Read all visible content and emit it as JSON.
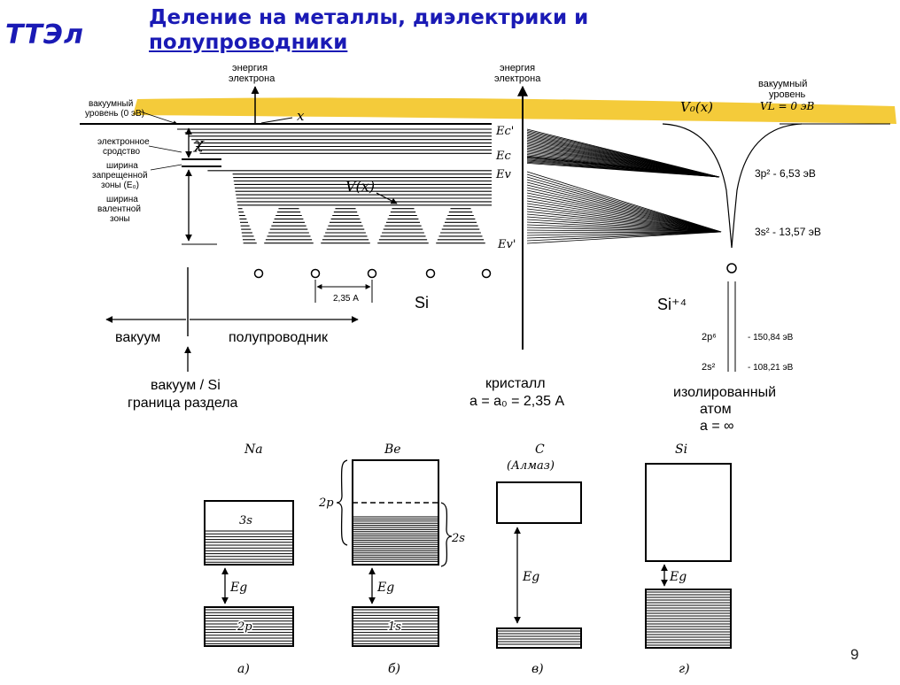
{
  "header": {
    "logo": "ТТЭл",
    "title_line1": "Деление на металлы, диэлектрики и",
    "title_line2": "полупроводники"
  },
  "page_number": "9",
  "top_diagram": {
    "energy_axis_left": [
      "энергия",
      "электрона"
    ],
    "energy_axis_center": [
      "энергия",
      "электрона"
    ],
    "vacuum_level_left": [
      "вакуумный",
      "уровень (0 эВ)"
    ],
    "vacuum_level_right": [
      "вакуумный",
      "уровень"
    ],
    "vl_label": "VL = 0 эВ",
    "v0_label": "V₀(x)",
    "vx_label": "V(x)",
    "chi_symbol": "χ",
    "x_symbol": "x",
    "electron_affinity": [
      "электронное",
      "сродство"
    ],
    "band_gap": [
      "ширина",
      "запрещенной",
      "зоны (E₀)"
    ],
    "valence_width": [
      "ширина",
      "валентной",
      "зоны"
    ],
    "level_labels": [
      "Ec'",
      "Ec",
      "Ev",
      "Ev'"
    ],
    "atom_levels": [
      "3p² - 6,53 эВ",
      "3s² - 13,57 эВ"
    ],
    "core_levels": [
      {
        "orbital": "2p⁶",
        "energy": "- 150,84 эВ"
      },
      {
        "orbital": "2s²",
        "energy": "- 108,21 эВ"
      }
    ],
    "spacing": "2,35 А",
    "si_label": "Si",
    "si4_label": "Si⁺⁴",
    "vacuum_word": "вакуум",
    "semiconductor_word": "полупроводник",
    "interface": [
      "вакуум / Si",
      "граница раздела"
    ],
    "crystal": [
      "кристалл",
      "a = a₀ = 2,35 А"
    ],
    "isolated_atom": [
      "изолированный",
      "атом",
      "a = ∞"
    ]
  },
  "bottom_diagram": {
    "panels": [
      {
        "element": "Na",
        "upper_band": "3s",
        "lower_band": "2p",
        "gap": "Eg",
        "caption": "а)"
      },
      {
        "element": "Be",
        "upper_band": "2p",
        "overlap_band": "2s",
        "lower_band": "1s",
        "gap": "Eg",
        "caption": "б)"
      },
      {
        "element": "C",
        "subtitle": "(Алмаз)",
        "gap": "Eg",
        "caption": "в)"
      },
      {
        "element": "Si",
        "gap": "Eg",
        "caption": "г)"
      }
    ]
  },
  "colors": {
    "title": "#1a1ab5",
    "highlight": "#f2c218"
  }
}
